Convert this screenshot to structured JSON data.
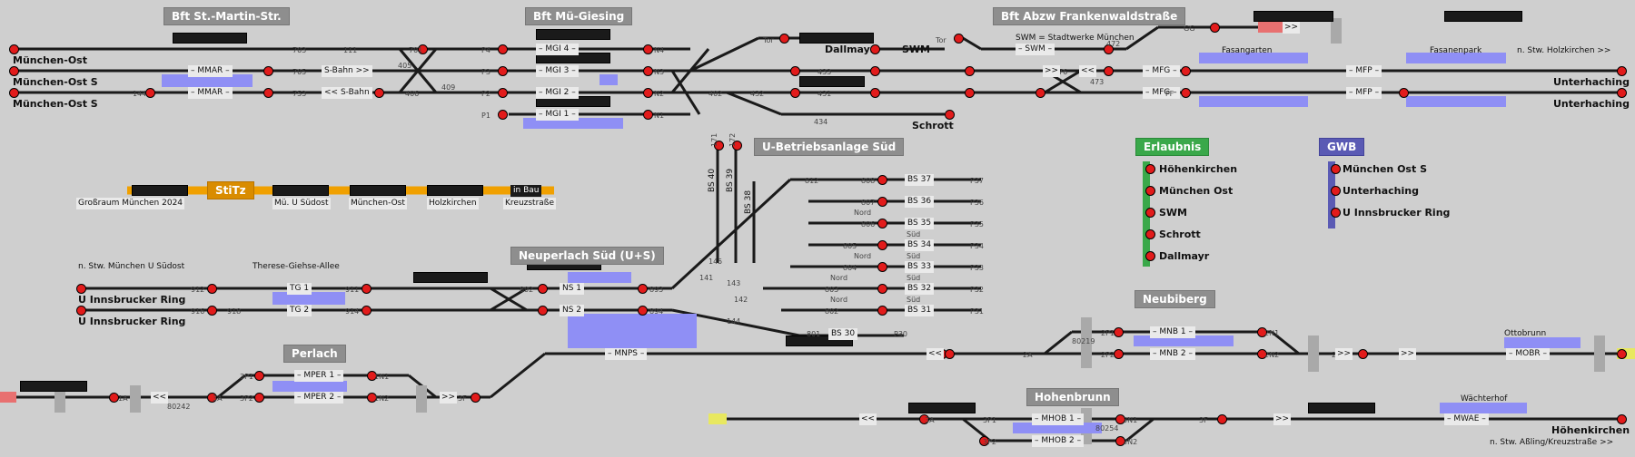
{
  "headers": [
    {
      "text": "Bft St.-Martin-Str.",
      "style": "gray"
    },
    {
      "text": "Bft Mü-Giesing",
      "style": "gray"
    },
    {
      "text": "Bft Abzw Frankenwaldstraße",
      "style": "gray"
    },
    {
      "text": "U-Betriebsanlage Süd",
      "style": "gray"
    },
    {
      "text": "Neuperlach Süd (U+S)",
      "style": "gray"
    },
    {
      "text": "Perlach",
      "style": "gray"
    },
    {
      "text": "Neubiberg",
      "style": "gray"
    },
    {
      "text": "Hohenbrunn",
      "style": "gray"
    },
    {
      "text": "StiTz",
      "style": "orange"
    },
    {
      "text": "Erlaubnis",
      "style": "green"
    },
    {
      "text": "GWB",
      "style": "blue"
    }
  ],
  "stations": {
    "muenchen_ost": "München-Ost",
    "muenchen_ost_s1": "München-Ost S",
    "muenchen_ost_s2": "München-Ost S",
    "unterhaching1": "Unterhaching",
    "unterhaching2": "Unterhaching",
    "innsbrucker1": "U Innsbrucker Ring",
    "innsbrucker2": "U Innsbrucker Ring",
    "hoehenkirchen": "Höhenkirchen",
    "dallmayr": "Dallmayr",
    "swm": "SWM",
    "schrott": "Schrott"
  },
  "routes": {
    "mmar1": "– MMAR –",
    "mmar2": "– MMAR –",
    "sbahn1": "S-Bahn >>",
    "sbahn2": "<< S-Bahn",
    "mgi4": "– MGI 4 –",
    "mgi3": "– MGI 3 –",
    "mgi2": "– MGI 2 –",
    "mgi1": "– MGI 1 –",
    "swm_route": "– SWM –",
    "mfg1": "– MFG –",
    "mfg2": "– MFG –",
    "mfp1": "– MFP –",
    "mfp2": "– MFP –",
    "tg1": "TG 1",
    "tg2": "TG 2",
    "ns1": "NS 1",
    "ns2": "NS 2",
    "mnps": "– MNPS –",
    "mper1": "– MPER 1 –",
    "mper2": "– MPER 2 –",
    "mnb1": "– MNB 1 –",
    "mnb2": "– MNB 2 –",
    "mobr": "– MOBR –",
    "mhob1": "– MHOB 1 –",
    "mhob2": "– MHOB 2 –",
    "mwae": "– MWAE –",
    "bs37": "BS 37",
    "bs36": "BS 36",
    "bs35": "BS 35",
    "bs34": "BS 34",
    "bs33": "BS 33",
    "bs32": "BS 32",
    "bs31": "BS 31",
    "bs30": "BS 30",
    "bs40": "BS 40",
    "bs39": "BS 39",
    "bs38": "BS 38"
  },
  "small_labels": {
    "stadtwerke": "SWM = Stadtwerke München",
    "fasangarten": "Fasangarten",
    "fasanenpark": "Fasanenpark",
    "holzkirchen_n": "n. Stw. Holzkirchen >>",
    "stw_ust": "n. Stw. München U Südost",
    "therese": "Therese-Giehse-Allee",
    "ottobrunn": "Ottobrunn",
    "waechterhof": "Wächterhof",
    "assling": "n. Stw. Aßling/Kreuzstraße >>",
    "nord1": "Nord",
    "nord2": "Nord",
    "nord3": "Nord",
    "nord4": "Nord",
    "sued1": "Süd",
    "sued2": "Süd",
    "sued3": "Süd",
    "sued4": "Süd",
    "tor1": "Tor",
    "tor2": "Tor"
  },
  "stitz": {
    "grossraum": "Großraum München 2024",
    "mue_u_suedost": "Mü. U Südost",
    "muenchen_ost": "München-Ost",
    "holzkirchen": "Holzkirchen",
    "in_bau": "in Bau",
    "kreuzstrasse": "Kreuzstraße"
  },
  "erlaubnis": [
    "Höhenkirchen",
    "München Ost",
    "SWM",
    "Schrott",
    "Dallmayr"
  ],
  "gwb": [
    "München Ost S",
    "Unterhaching",
    "U Innsbrucker Ring"
  ],
  "signals": {
    "s703": "703",
    "s111": "111",
    "s701": "701",
    "s705": "705",
    "s144": "144",
    "s753": "753",
    "s405": "405",
    "s406": "406",
    "s409": "409",
    "sP4": "P4",
    "sP3": "P3",
    "sP2": "P2",
    "sP1": "P1",
    "sN4": "N4",
    "sN3": "N3",
    "sN2": "N2",
    "sN1": "N1",
    "s402": "402",
    "s432": "432",
    "s434": "434",
    "s433": "433",
    "s431": "431",
    "s473": "473",
    "s472": "472",
    "s476": "476",
    "sFF": "FF",
    "sGG": "GG",
    "s912": "912",
    "s911": "911",
    "s916": "916",
    "s918": "918",
    "s914": "914",
    "s892": "892",
    "s893": "893",
    "s894": "894",
    "s141": "141",
    "s142": "142",
    "s143": "143",
    "s144b": "144",
    "s145": "145",
    "s812": "812",
    "s808": "808",
    "s807": "807",
    "s806": "806",
    "s805": "805",
    "s804": "804",
    "s803": "803",
    "s802": "802",
    "s801": "801",
    "sP37": "P37",
    "sP36": "P36",
    "sP35": "P35",
    "sP34": "P34",
    "sP33": "P33",
    "sP32": "P32",
    "sP31": "P31",
    "sP30": "P30",
    "s171": "171",
    "s172": "172",
    "s1A": "1A",
    "s3A": "3A",
    "sF3": "3F",
    "s1N1": "1N1",
    "s1N2": "1N2",
    "s3P1": "3P1",
    "s3P2": "3P2",
    "s2A": "2A",
    "s2F": "2F",
    "s2N1": "2N1",
    "s2N2": "2N2",
    "s2P1": "2P1",
    "s2P2": "2P2",
    "s3F2": "3F",
    "s3N1": "3N1",
    "s3N2": "3N2",
    "s3P1b": "3P1",
    "s3P2b": "3P2",
    "s3Ab": "3A",
    "c80242": "80242",
    "c80219": "80219",
    "c80254": "80254"
  },
  "arrows": {
    "a1": ">>",
    "a2": "<<",
    "a3": ">>",
    "a4": ">>",
    "a5": "<<",
    "a6": "<<",
    "a7": ">>",
    "a8": "<<",
    "a9": ">>",
    "a10": ">>"
  },
  "colors": {
    "background": "#cfcfcf",
    "track": "#1a1a1a",
    "platform": "#8f8ff5",
    "signal_red": "#e21b1b",
    "signal_green": "#27b83a",
    "stitz_orange": "#f0a000",
    "erlaubnis_green": "#3aa84a",
    "gwb_blue": "#5a5ab4"
  }
}
